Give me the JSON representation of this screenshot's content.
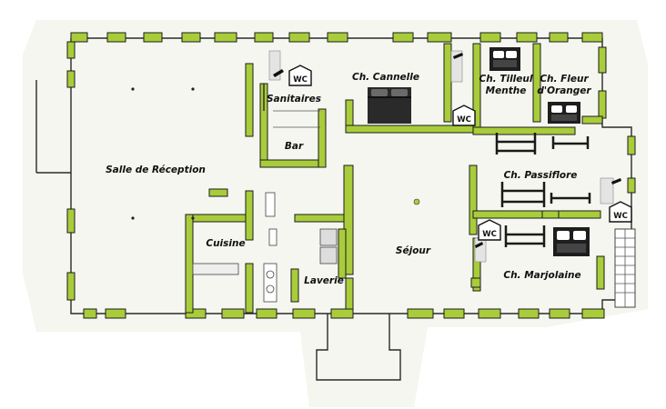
{
  "plan": {
    "rooms": {
      "reception": "Salle de Réception",
      "sanitaires": "Sanitaires",
      "cannelle": "Ch. Cannelle",
      "tilleul_1": "Ch. Tilleul",
      "tilleul_2": "Menthe",
      "oranger_1": "Ch. Fleur",
      "oranger_2": "d'Oranger",
      "bar": "Bar",
      "passiflore": "Ch. Passiflore",
      "cuisine": "Cuisine",
      "sejour": "Séjour",
      "laverie": "Laverie",
      "marjolaine": "Ch. Marjolaine"
    },
    "wc_label": "WC",
    "colors": {
      "wall": "#a9cc3a",
      "line": "#1c1c1c",
      "bed": "#1e1e1e",
      "floor": "#ffffff"
    },
    "icons": [
      "wc-sign-icon",
      "shower-icon",
      "double-bed-icon",
      "bunk-bed-icon",
      "stairs-icon",
      "sink-icon"
    ]
  }
}
